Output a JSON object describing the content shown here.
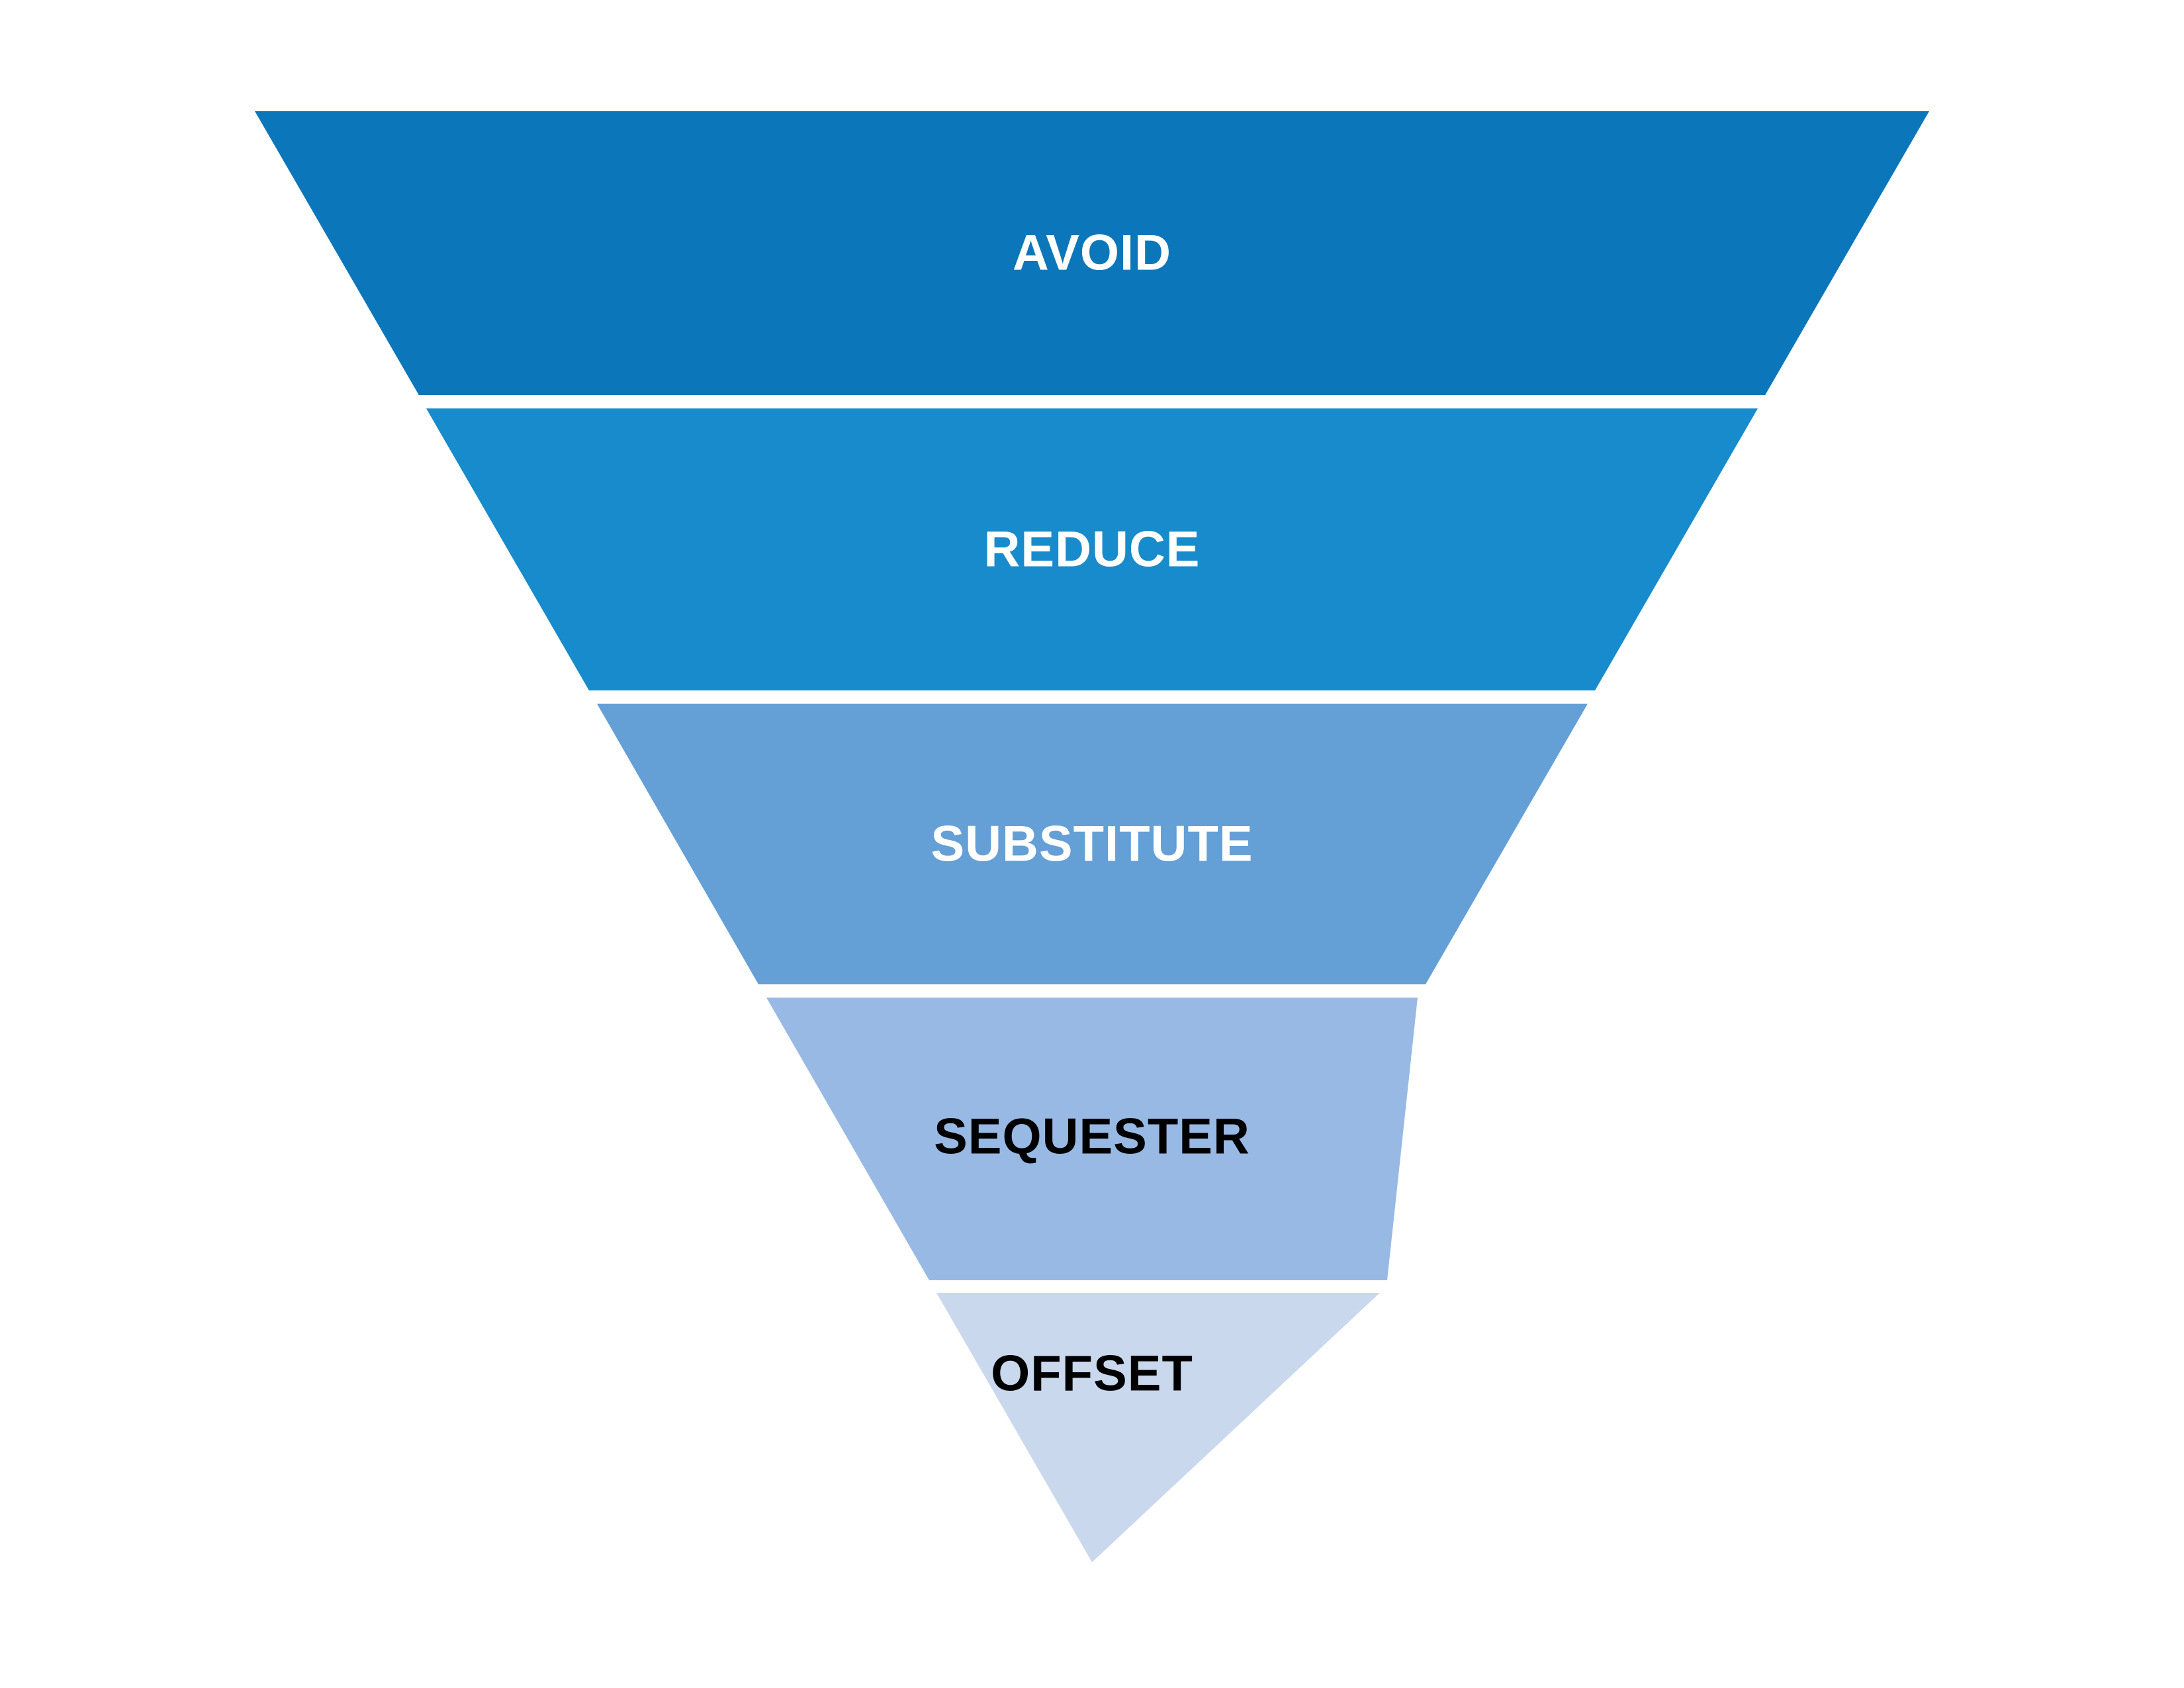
{
  "background_color": "#ffffff",
  "funnel": {
    "type": "inverted-pyramid",
    "segments": [
      {
        "label": "AVOID",
        "color": "#0b77ba",
        "text_color": "#ffffff"
      },
      {
        "label": "REDUCE",
        "color": "#178bcb",
        "text_color": "#ffffff"
      },
      {
        "label": "SUBSTITUTE",
        "color": "#649fd5",
        "text_color": "#ffffff"
      },
      {
        "label": "SEQUESTER",
        "color": "#97b9e3",
        "text_color": "#000000"
      },
      {
        "label": "OFFSET",
        "color": "#cad8ee",
        "text_color": "#000000"
      }
    ]
  }
}
